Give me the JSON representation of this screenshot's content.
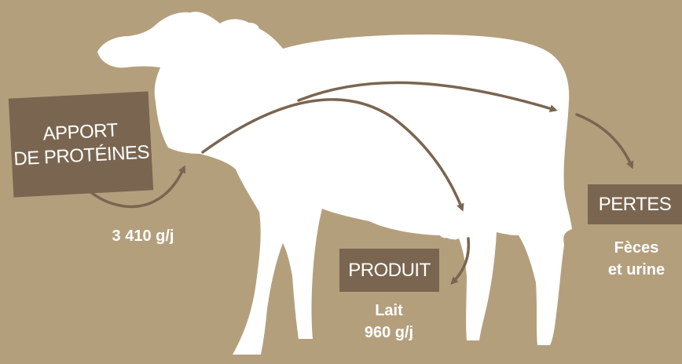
{
  "intake": {
    "label_line1": "APPORT",
    "label_line2": "DE PROTÉINES",
    "value": "3 410 g/j"
  },
  "product": {
    "label": "PRODUIT",
    "value_line1": "Lait",
    "value_line2": "960 g/j"
  },
  "losses": {
    "label": "PERTES",
    "value_line1": "Fèces",
    "value_line2": "et urine"
  },
  "colors": {
    "background": "#b49f7d",
    "box": "#7a6650",
    "arrow": "#7a6650",
    "cow": "#ffffff"
  }
}
